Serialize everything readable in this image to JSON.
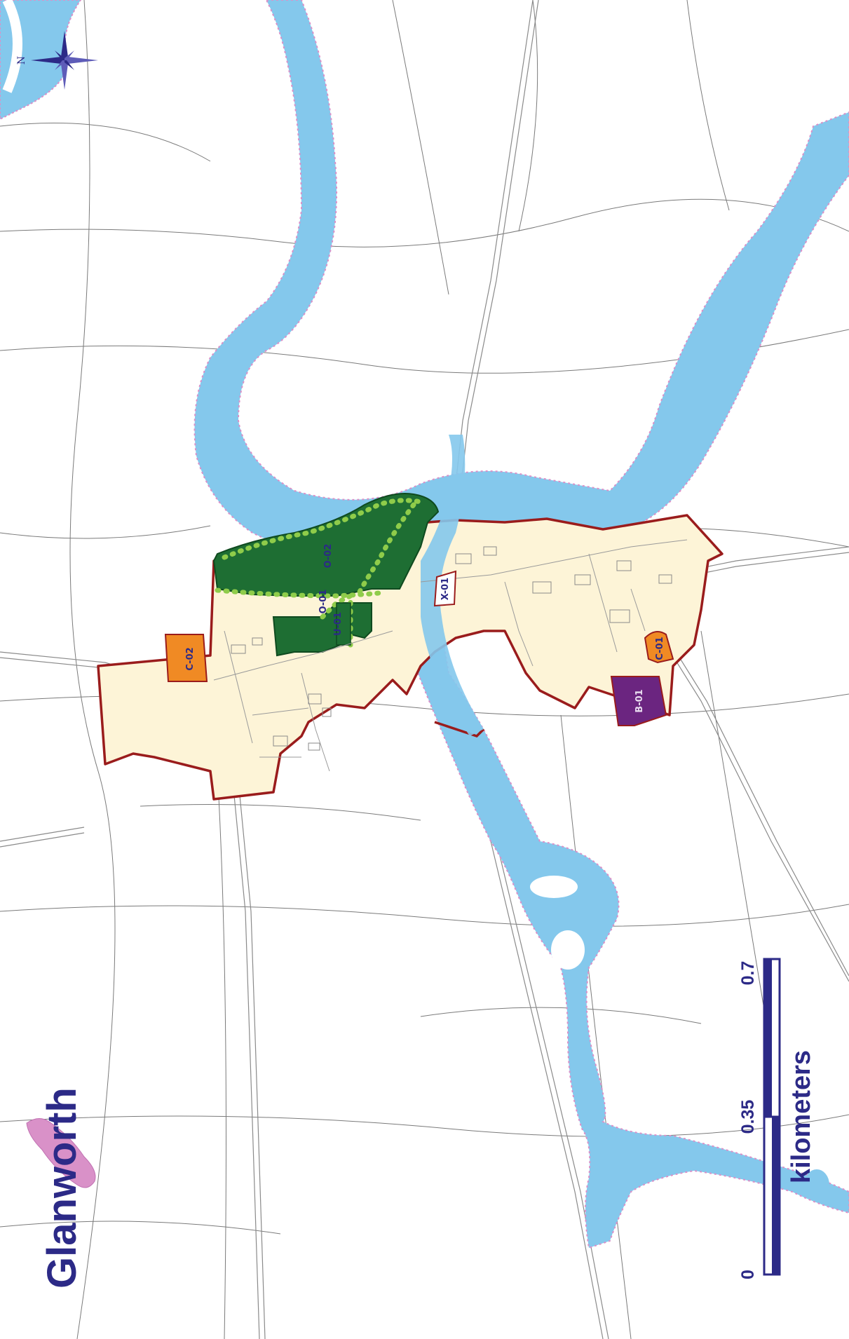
{
  "map": {
    "place_name": "Glanworth",
    "north_letter": "N",
    "scale_bar": {
      "ticks": [
        "0",
        "0.35",
        "0.7"
      ],
      "unit": "kilometers"
    },
    "zones": [
      {
        "id": "c02",
        "label": "C-02",
        "type": "community"
      },
      {
        "id": "c01",
        "label": "C-01",
        "type": "community"
      },
      {
        "id": "o01",
        "label": "O-01",
        "type": "open-space"
      },
      {
        "id": "o02",
        "label": "O-02",
        "type": "open-space"
      },
      {
        "id": "u01",
        "label": "U-01",
        "type": "utility"
      },
      {
        "id": "x01",
        "label": "X-01",
        "type": "special"
      },
      {
        "id": "b01",
        "label": "B-01",
        "type": "business"
      }
    ],
    "colors": {
      "flood_zone": "#84c8ec",
      "flood_edge": "#d991c8",
      "settlement": "#fdf4d7",
      "boundary": "#9a1c1c",
      "open_space": "#1e6e33",
      "amenity_dots": "#8fcc4a",
      "community": "#f08a24",
      "business": "#6b2580",
      "text": "#2c2a87"
    }
  }
}
